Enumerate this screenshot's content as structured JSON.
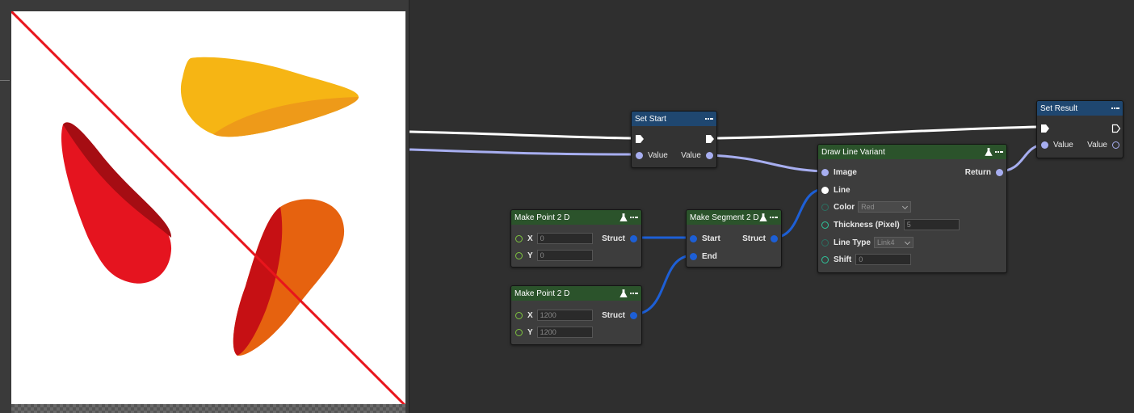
{
  "nodes": {
    "set_start": {
      "title": "Set Start",
      "in_label": "Value",
      "out_label": "Value"
    },
    "set_result": {
      "title": "Set Result",
      "in_label": "Value",
      "out_label": "Value"
    },
    "make_point_a": {
      "title": "Make Point 2 D",
      "x_label": "X",
      "x_value": "0",
      "y_label": "Y",
      "y_value": "0",
      "out_label": "Struct"
    },
    "make_point_b": {
      "title": "Make Point 2 D",
      "x_label": "X",
      "x_value": "1200",
      "y_label": "Y",
      "y_value": "1200",
      "out_label": "Struct"
    },
    "make_segment": {
      "title": "Make Segment 2 D",
      "start_label": "Start",
      "end_label": "End",
      "out_label": "Struct"
    },
    "draw_line": {
      "title": "Draw Line Variant",
      "image_label": "Image",
      "return_label": "Return",
      "line_label": "Line",
      "color_label": "Color",
      "color_value": "Red",
      "thickness_label": "Thickness (Pixel)",
      "thickness_value": "5",
      "line_type_label": "Line Type",
      "line_type_value": "Link4",
      "shift_label": "Shift",
      "shift_value": "0"
    }
  },
  "colors": {
    "header_blue": "#1f4770",
    "header_green": "#2b532b",
    "wire_exec": "#ffffff",
    "wire_image": "#a7aef0",
    "wire_struct": "#1d5fd6",
    "drawn_line": "#e8151c"
  },
  "icons": [
    "flask-icon",
    "menu-icon"
  ]
}
